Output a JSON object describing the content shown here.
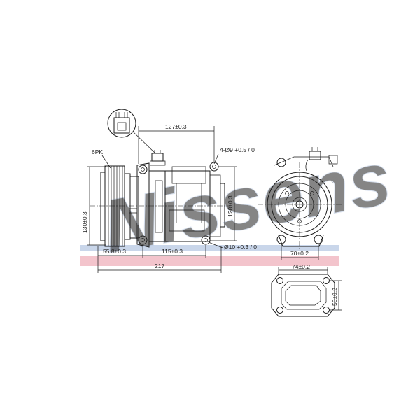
{
  "watermark": {
    "text": "Nissens",
    "registered": "®"
  },
  "colors": {
    "band_blue": "#c9d6ea",
    "band_pink": "#f3c4cc",
    "line": "#1a1a1a"
  },
  "labels": {
    "pulley": "6PK",
    "dim_127": "127±0.3",
    "dim_mount_holes": "4-Ø9 +0.5 / 0",
    "dim_130": "130±0.3",
    "dim_128": "128±0.3",
    "dim_55_8": "55.8±0.3",
    "dim_115": "115±0.3",
    "dim_10": "Ø10 +0.3 / 0",
    "dim_217": "217",
    "dim_70": "70±0.2",
    "dim_74": "74±0.2",
    "dim_50": "50±0.2"
  }
}
